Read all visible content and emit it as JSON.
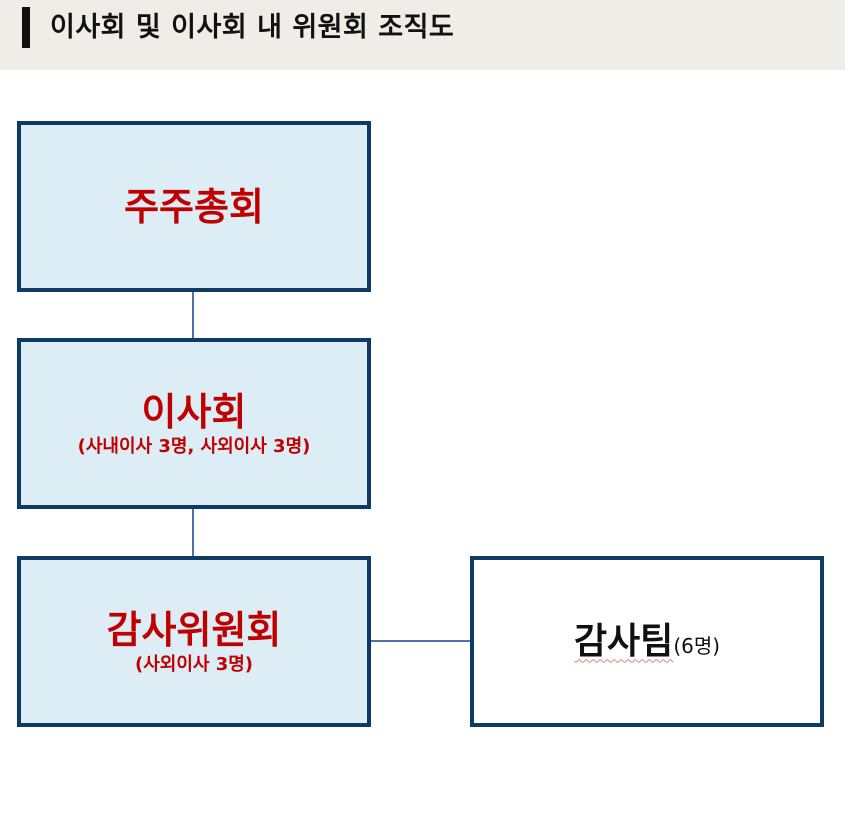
{
  "header": {
    "title": "이사회 및 이사회 내 위원회 조직도"
  },
  "diagram": {
    "nodes": [
      {
        "id": "shareholders-meeting",
        "title": "주주총회",
        "subtitle": ""
      },
      {
        "id": "board-of-directors",
        "title": "이사회",
        "subtitle": "(사내이사 3명, 사외이사 3명)"
      },
      {
        "id": "audit-committee",
        "title": "감사위원회",
        "subtitle": "(사외이사 3명)"
      },
      {
        "id": "audit-team",
        "title": "감사팀",
        "subtitle": "(6명)"
      }
    ],
    "edges": [
      {
        "from": "shareholders-meeting",
        "to": "board-of-directors"
      },
      {
        "from": "board-of-directors",
        "to": "audit-committee"
      },
      {
        "from": "audit-committee",
        "to": "audit-team"
      }
    ]
  },
  "colors": {
    "header_background": "#efede8",
    "box_border": "#0e3a66",
    "box_fill": "#dcedf5",
    "title_red": "#c00000",
    "connector": "#4a74a8"
  }
}
